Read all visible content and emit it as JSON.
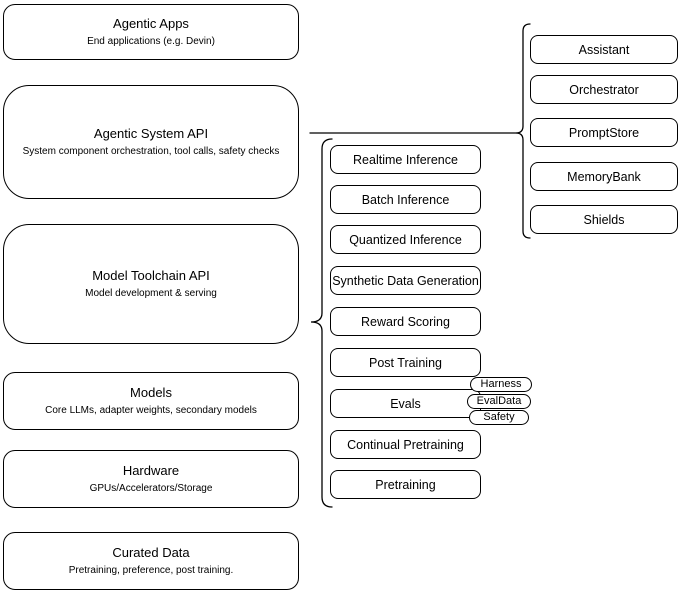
{
  "diagram": {
    "stack": [
      {
        "title": "Agentic Apps",
        "subtitle": "End applications (e.g. Devin)"
      },
      {
        "title": "Agentic System API",
        "subtitle": "System component orchestration, tool calls, safety checks"
      },
      {
        "title": "Model Toolchain API",
        "subtitle": "Model development & serving"
      },
      {
        "title": "Models",
        "subtitle": "Core LLMs, adapter weights, secondary models"
      },
      {
        "title": "Hardware",
        "subtitle": "GPUs/Accelerators/Storage"
      },
      {
        "title": "Curated Data",
        "subtitle": "Pretraining, preference, post training."
      }
    ],
    "toolchain_items": [
      "Realtime Inference",
      "Batch Inference",
      "Quantized Inference",
      "Synthetic Data Generation",
      "Reward Scoring",
      "Post Training",
      "Evals",
      "Continual Pretraining",
      "Pretraining"
    ],
    "system_components": [
      "Assistant",
      "Orchestrator",
      "PromptStore",
      "MemoryBank",
      "Shields"
    ],
    "evals_tags": [
      "Harness",
      "EvalData",
      "Safety"
    ]
  },
  "colors": {
    "stroke": "#000000",
    "canvas": "#ffffff"
  }
}
